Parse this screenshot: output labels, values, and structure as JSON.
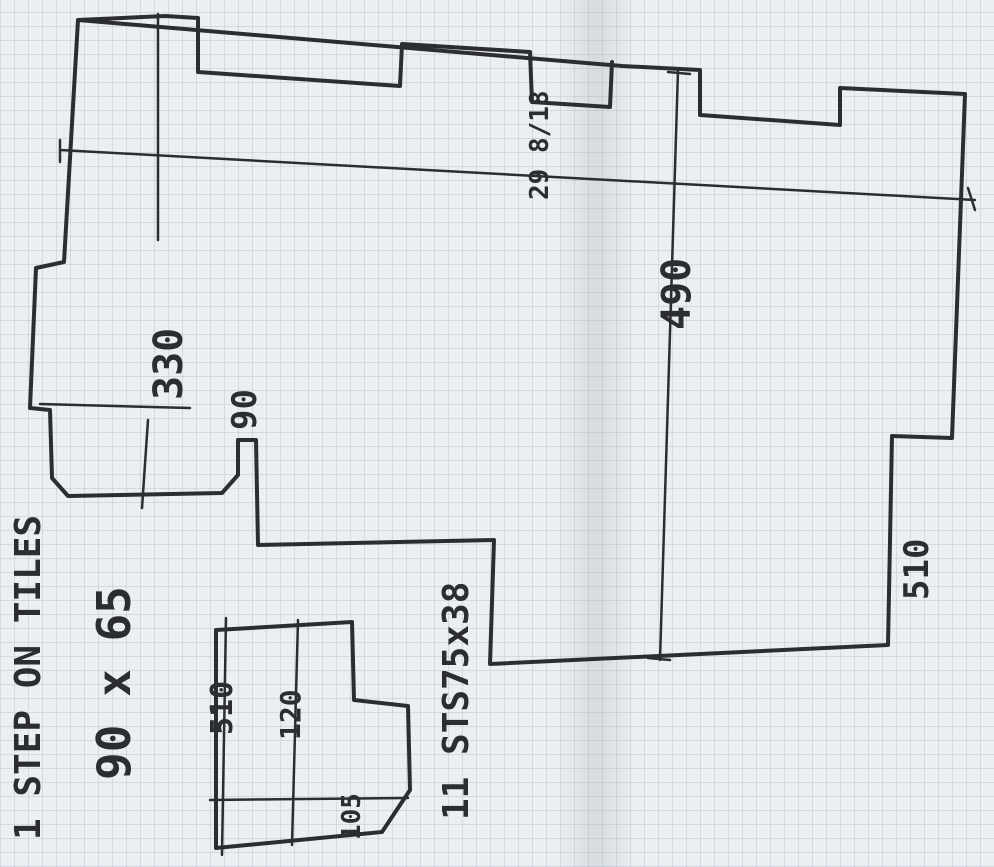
{
  "notes": {
    "step_title": "1 STEP ON TILES",
    "step_size": "90 x 65",
    "stairs_count": "11 STS",
    "stairs_size": "75x38"
  },
  "dimensions": {
    "d_330": "330",
    "d_90": "90",
    "d_490": "490",
    "d_510": "510",
    "d_fraction": "29 8/18",
    "d_510_small": "510",
    "d_120": "120",
    "d_105": "105"
  }
}
